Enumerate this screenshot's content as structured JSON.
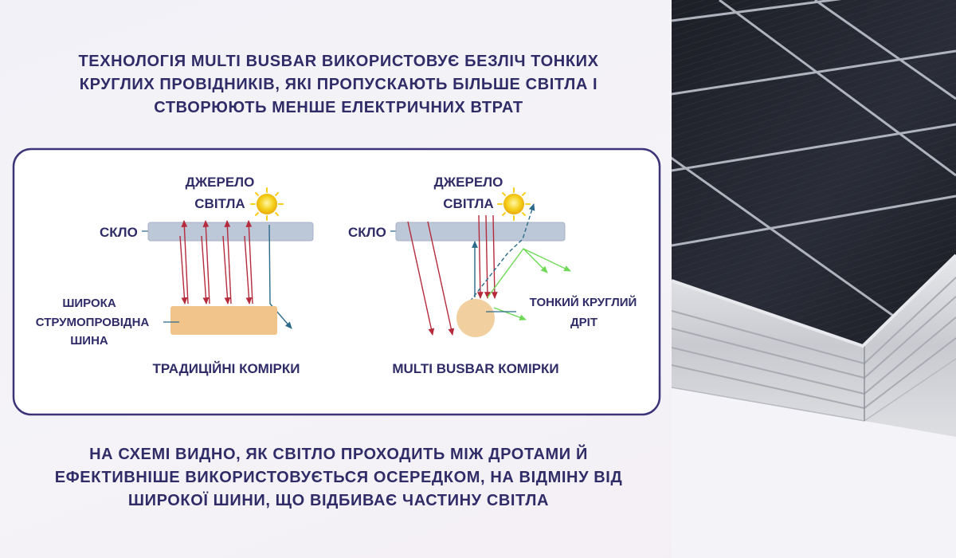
{
  "intro_text": "ТЕХНОЛОГІЯ MULTI BUSBAR ВИКОРИСТОВУЄ БЕЗЛІЧ ТОНКИХ КРУГЛИХ ПРОВІДНИКІВ, ЯКІ ПРОПУСКАЮТЬ БІЛЬШЕ СВІТЛА І СТВОРЮЮТЬ МЕНШЕ ЕЛЕКТРИЧНИХ ВТРАТ",
  "conclusion_text": "НА СХЕМІ ВИДНО, ЯК СВІТЛО ПРОХОДИТЬ МІЖ ДРОТАМИ Й ЕФЕКТИВНІШЕ ВИКОРИСТОВУЄТЬСЯ ОСЕРЕДКОМ, НА ВІДМІНУ ВІД ШИРОКОЇ ШИНИ, ЩО ВІДБИВАЄ ЧАСТИНУ СВІТЛА",
  "traditional": {
    "light_source_line1": "ДЖЕРЕЛО",
    "light_source_line2": "СВІТЛА",
    "glass_label": "СКЛО",
    "busbar_label_line1": "ШИРОКА",
    "busbar_label_line2": "СТРУМОПРОВІДНА",
    "busbar_label_line3": "ШИНА",
    "caption": "ТРАДИЦІЙНІ КОМІРКИ"
  },
  "multibusbar": {
    "light_source_line1": "ДЖЕРЕЛО",
    "light_source_line2": "СВІТЛА",
    "glass_label": "СКЛО",
    "wire_label_line1": "ТОНКИЙ КРУГЛИЙ",
    "wire_label_line2": "ДРІТ",
    "caption": "MULTI BUSBAR КОМІРКИ"
  },
  "colors": {
    "text": "#2f2c68",
    "frame": "#3c3478",
    "glass": "#bcc7d8",
    "busbar": "#f1c48c",
    "wire": "#f2cf9e",
    "ray_red": "#b52b3c",
    "ray_blue": "#2c6a8a",
    "ray_green": "#6fd957",
    "sun": "#f5cf19"
  },
  "icons": {
    "sun": "sun-icon",
    "panel": "solar-panel-photo"
  }
}
